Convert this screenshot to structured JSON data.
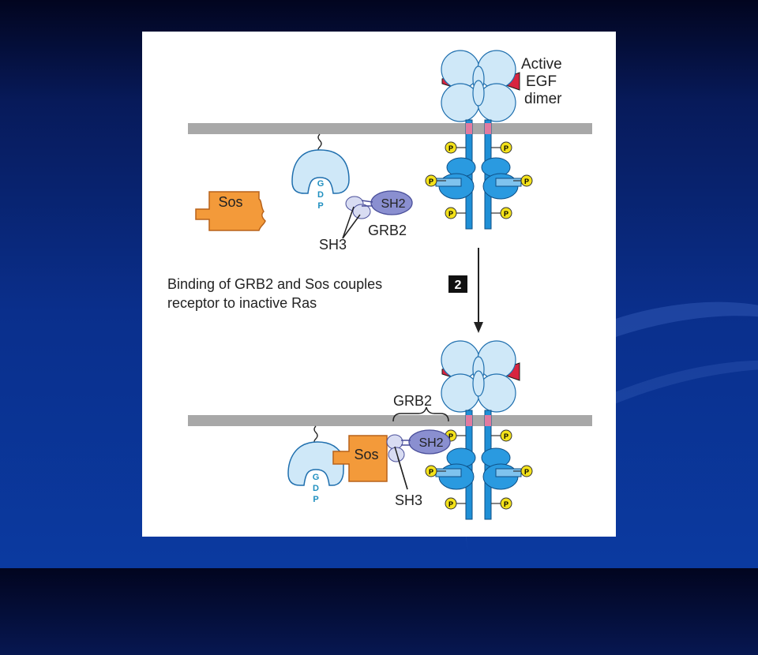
{
  "labels": {
    "active_line1": "Active",
    "active_line2": "EGF",
    "active_line3": "dimer",
    "sos": "Sos",
    "sh2": "SH2",
    "sh3": "SH3",
    "grb2": "GRB2",
    "gdp_g": "G",
    "gdp_d": "D",
    "gdp_p": "P",
    "phospho": "P",
    "caption_line1": "Binding of GRB2 and Sos  couples",
    "caption_line2": "receptor to inactive Ras",
    "step": "2"
  },
  "colors": {
    "background": "#0a2f8c",
    "membrane": "#a8a8a8",
    "receptor_light": "#cfe8f8",
    "receptor_dark": "#1f8fd6",
    "sos": "#f39a3a",
    "sh2": "#8a8fd0",
    "egf": "#d8243f",
    "phospho": "#f4e21a",
    "gdp_text": "#1f8fc0"
  }
}
